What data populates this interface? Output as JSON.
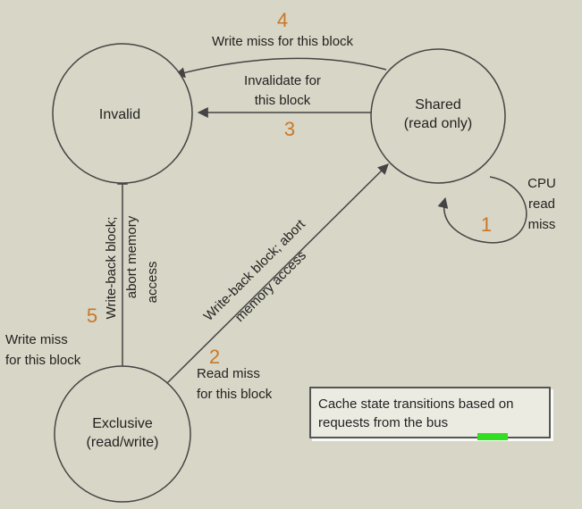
{
  "states": {
    "invalid": {
      "label": "Invalid"
    },
    "shared": {
      "line1": "Shared",
      "line2": "(read only)"
    },
    "exclusive": {
      "line1": "Exclusive",
      "line2": "(read/write)"
    }
  },
  "transitions": {
    "t1": {
      "number": "1",
      "line1": "CPU",
      "line2": "read",
      "line3": "miss"
    },
    "t2": {
      "number": "2",
      "line1": "Read miss",
      "line2": "for this block"
    },
    "t2_action": {
      "line1": "Write-back block; abort",
      "line2": "memory access"
    },
    "t3": {
      "number": "3",
      "line1": "Invalidate for",
      "line2": "this block"
    },
    "t4": {
      "number": "4",
      "label": "Write miss for this block"
    },
    "t5": {
      "number": "5",
      "line1": "Write miss",
      "line2": "for this block"
    },
    "t5_action": {
      "line1": "Write-back block;",
      "line2": "abort memory",
      "line3": "access"
    }
  },
  "note": {
    "text": "Cache state transitions based on requests from the bus"
  },
  "colors": {
    "background": "#d8d6c6",
    "state_fill": "#d8d6c6",
    "stroke": "#444444",
    "number": "#c8782a",
    "highlight": "#33dd22"
  }
}
